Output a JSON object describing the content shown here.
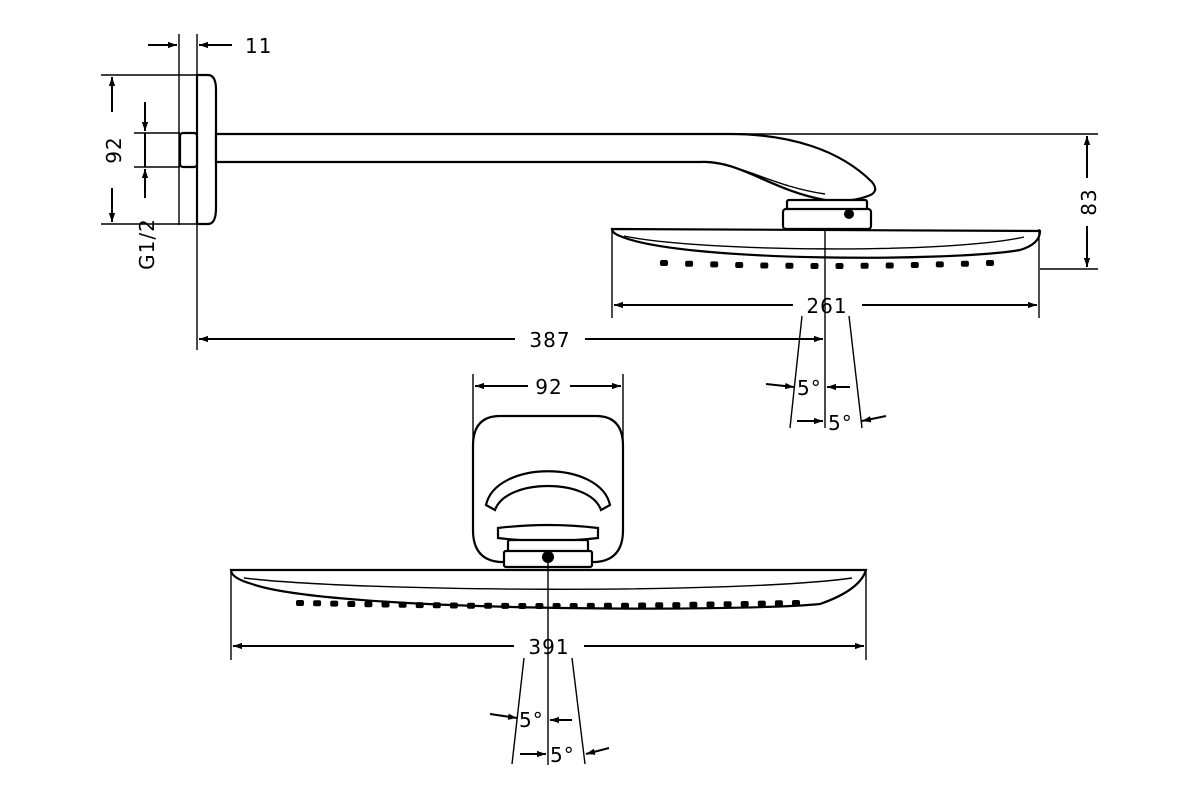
{
  "drawing": {
    "colors": {
      "line": "#000000",
      "background": "#ffffff"
    },
    "dimensions": {
      "wall_offset": "11",
      "wall_plate_height": "92",
      "thread": "G1/2",
      "height": "83",
      "side_head_width": "261",
      "projection": "387",
      "joint_width": "92",
      "head_width": "391",
      "side_tilt_up": "5°",
      "side_tilt_down": "5°",
      "front_tilt_up": "5°",
      "front_tilt_down": "5°"
    }
  }
}
